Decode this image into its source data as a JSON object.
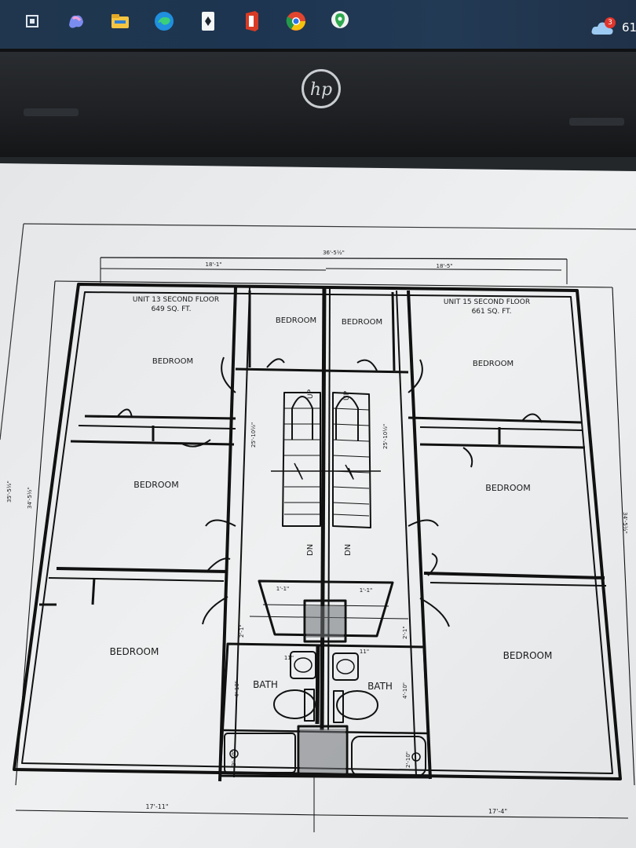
{
  "taskbar": {
    "icons": [
      "taskview-icon",
      "copilot-icon",
      "file-explorer-icon",
      "edge-icon",
      "solitaire-icon",
      "office-icon",
      "chrome-icon",
      "maps-icon"
    ],
    "weather_badge": "3",
    "temperature": "61"
  },
  "laptop": {
    "brand": "hp"
  },
  "plan": {
    "dimensions": {
      "overall_width": "36'-5½\"",
      "left_width": "18'-1\"",
      "right_width": "18'-5\"",
      "overall_depth_left": "35'-5½\"",
      "depth_left_inner": "34'-5½\"",
      "depth_right": "34'-5½\"",
      "stair_left": "25'-10½\"",
      "stair_right": "25'-10½\"",
      "landing_left": "1'-1\"",
      "landing_right": "1'-1\"",
      "hall_left": "2'-1\"",
      "hall_right": "2'-1\"",
      "bath_left_v": "4'-10\"",
      "bath_right_v": "4'-10\"",
      "wc_left": "11\"",
      "wc_right": "11\"",
      "tub_left": "2'-10\"",
      "tub_right": "2'-10\"",
      "bottom_left": "17'-11\"",
      "bottom_right": "17'-4\""
    },
    "unit_left": {
      "title": "UNIT 13 SECOND FLOOR",
      "area": "649 SQ. FT."
    },
    "unit_right": {
      "title": "UNIT 15 SECOND FLOOR",
      "area": "661 SQ. FT."
    },
    "rooms": {
      "bedroom": "BEDROOM",
      "bath": "BATH",
      "up": "UP",
      "dn": "DN"
    }
  }
}
